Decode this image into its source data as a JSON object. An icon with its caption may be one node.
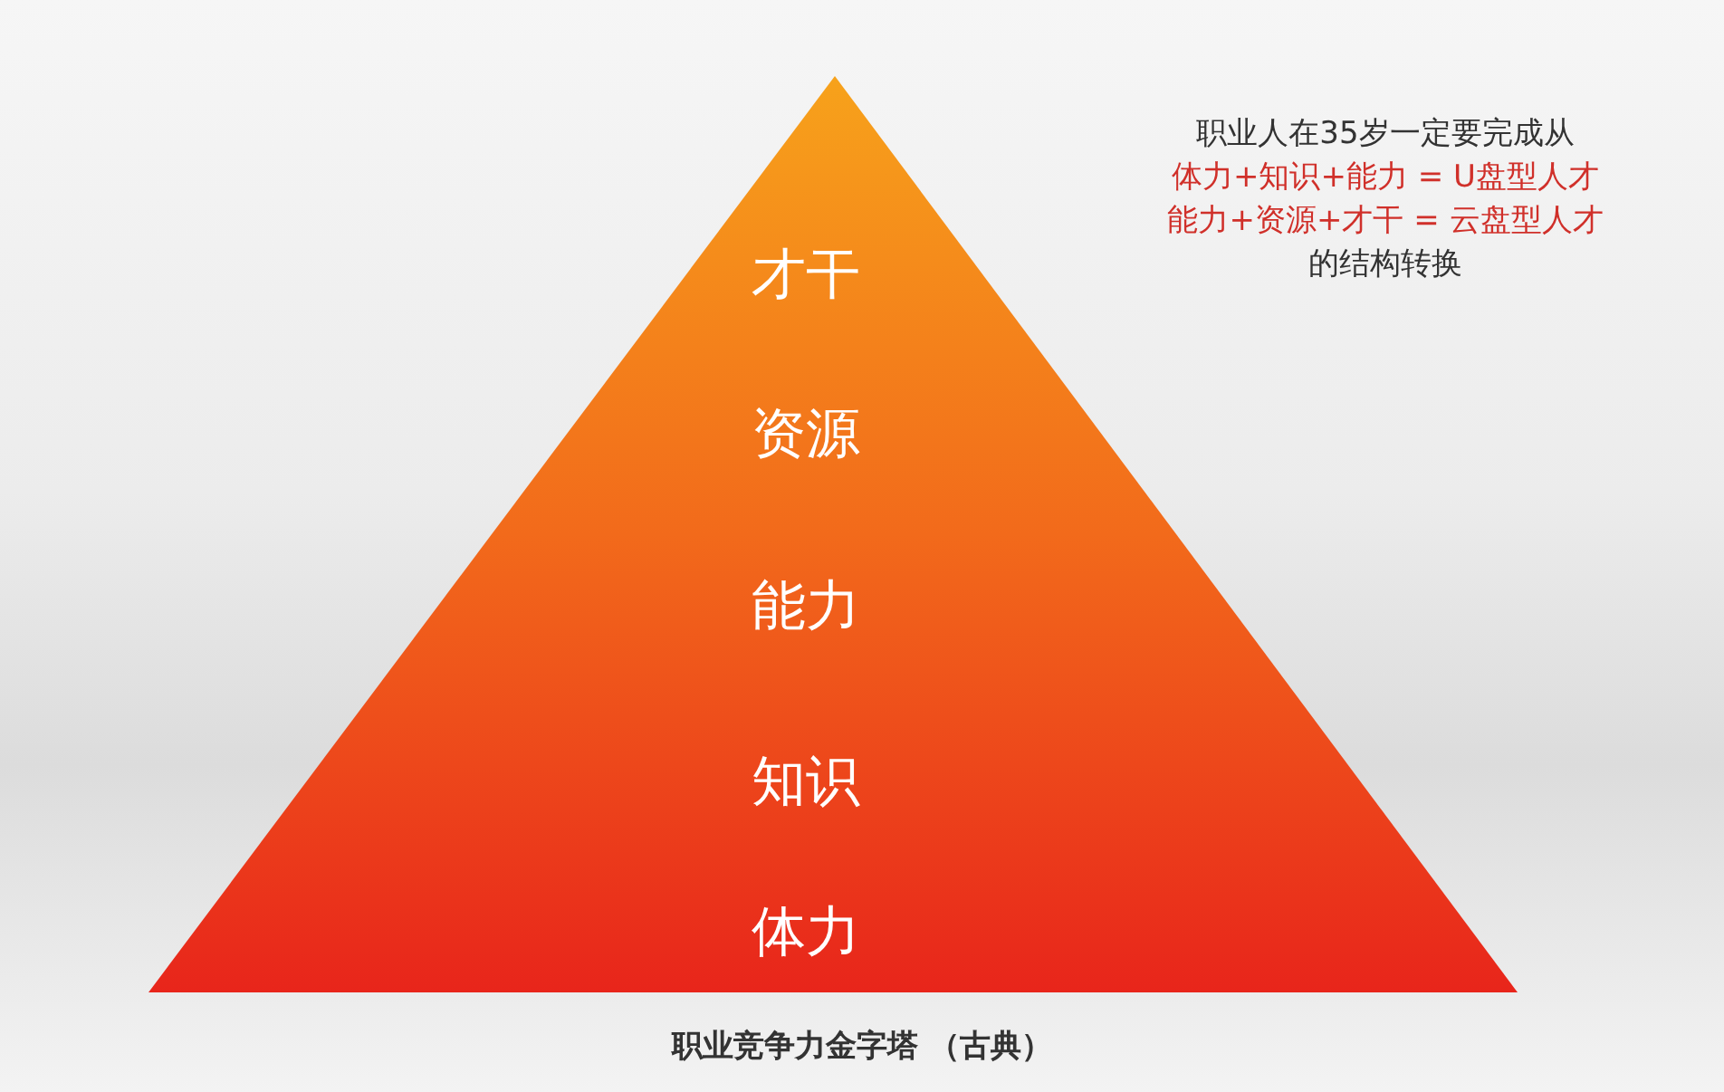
{
  "diagram": {
    "caption": "职业竞争力金字塔 （古典）",
    "nodes": [
      {
        "text": [
          "才干",
          "资源",
          "能力",
          "知识",
          "体力"
        ]
      }
    ],
    "edges": [],
    "labels": [
      "职业人在35岁一定要完成从",
      "体力+知识+能力 = U盘型人才",
      "能力+资源+才干 = 云盘型人才",
      "的结构转换"
    ]
  }
}
